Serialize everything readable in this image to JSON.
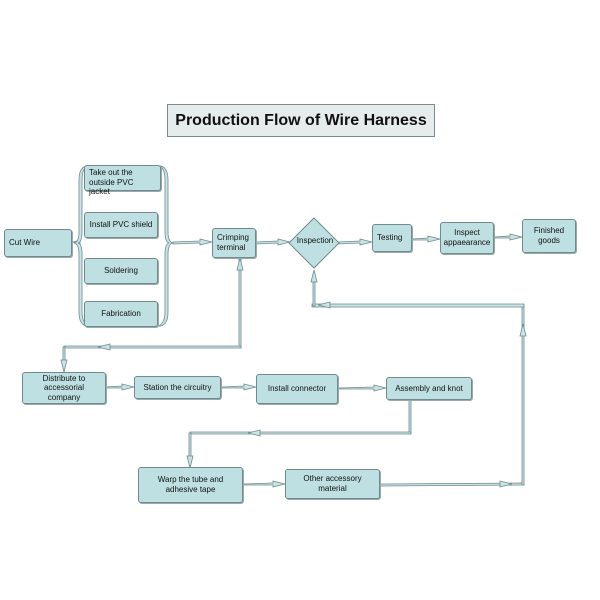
{
  "title": "Production Flow of Wire Harness",
  "nodes": {
    "cut_wire": "Cut Wire",
    "take_out_jacket": "Take out the outside PVC jacket",
    "install_pvc_shield": "Install PVC shield",
    "soldering": "Soldering",
    "fabrication": "Fabrication",
    "crimping_terminal": "Crimping terminal",
    "inspection": "Inspection",
    "testing": "Testing",
    "inspect_appearance": "Inspect appaearance",
    "finished_goods": "Finished goods",
    "distribute": "Distribute to accessorial company",
    "station_circuitry": "Station the circuitry",
    "install_connector": "Install connector",
    "assembly_knot": "Assembly and knot",
    "warp_tube": "Warp the tube and adhesive tape",
    "other_accessory": "Other accessory material"
  },
  "colors": {
    "node_fill": "#bfe0e2",
    "node_border": "#6f8b8e",
    "arrow_fill": "#c9e4e6",
    "arrow_border": "#6f8b8e"
  }
}
